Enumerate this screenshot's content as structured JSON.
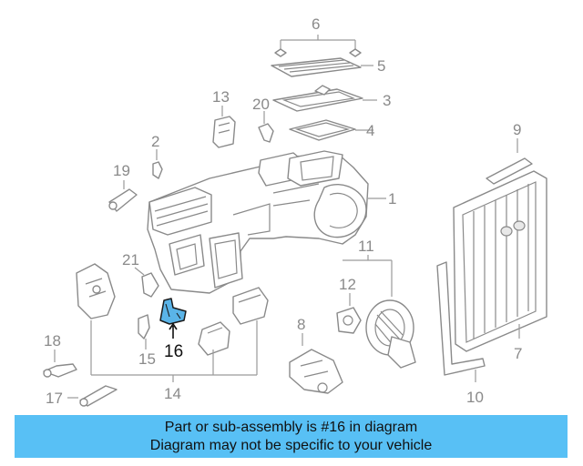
{
  "diagram": {
    "callouts": [
      "1",
      "2",
      "3",
      "4",
      "5",
      "6",
      "7",
      "8",
      "9",
      "10",
      "11",
      "12",
      "13",
      "14",
      "15",
      "16",
      "17",
      "18",
      "19",
      "20",
      "21"
    ],
    "highlighted_part": "16",
    "highlight_color": "#5ab4e8"
  },
  "banner": {
    "line1": "Part or sub-assembly is #16 in diagram",
    "line2": "Diagram may not be specific to your vehicle",
    "background": "#58c0f5"
  }
}
